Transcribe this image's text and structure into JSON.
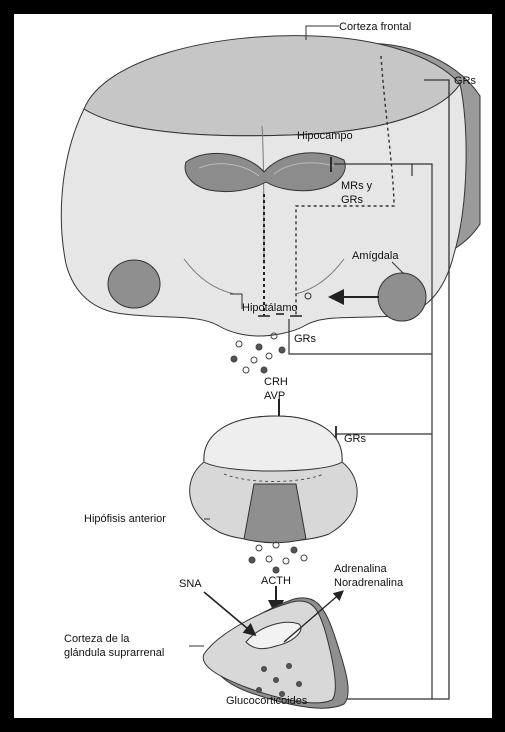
{
  "colors": {
    "background_outer": "#000000",
    "panel": "#ffffff",
    "tissue_light": "#e9e9e9",
    "tissue_mid": "#c9c9c9",
    "tissue_dark": "#8f8f8f",
    "line": "#3a3a3a"
  },
  "labels": {
    "corteza_frontal": "Corteza frontal",
    "grs_top": "GRs",
    "hipocampo": "Hipocampo",
    "mrs_y": "MRs y",
    "grs_mrs": "GRs",
    "amigdala": "Amígdala",
    "hipotalamo": "Hipotálamo",
    "grs_hipotalamo": "GRs",
    "crh": "CRH",
    "avp": "AVP",
    "grs_hipofisis": "GRs",
    "hipofisis_anterior": "Hipófisis anterior",
    "acth": "ACTH",
    "adrenalina": "Adrenalina",
    "noradrenalina": "Noradrenalina",
    "sna": "SNA",
    "corteza_de_la": "Corteza de la",
    "glandula_suprarrenal": "glándula suprarrenal",
    "glucocorticoides": "Glucocorticoides"
  }
}
